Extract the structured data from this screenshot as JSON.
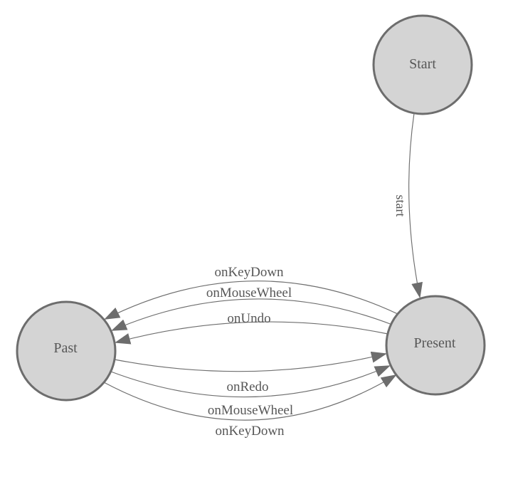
{
  "diagram": {
    "nodes": [
      {
        "id": "start",
        "label": "Start"
      },
      {
        "id": "present",
        "label": "Present"
      },
      {
        "id": "past",
        "label": "Past"
      }
    ],
    "edges": [
      {
        "from": "Start",
        "to": "Present",
        "label": "start"
      },
      {
        "from": "Present",
        "to": "Past",
        "label": "onKeyDown"
      },
      {
        "from": "Present",
        "to": "Past",
        "label": "onMouseWheel"
      },
      {
        "from": "Present",
        "to": "Past",
        "label": "onUndo"
      },
      {
        "from": "Past",
        "to": "Present",
        "label": "onRedo"
      },
      {
        "from": "Past",
        "to": "Present",
        "label": "onMouseWheel"
      },
      {
        "from": "Past",
        "to": "Present",
        "label": "onKeyDown"
      }
    ],
    "colors": {
      "node_fill": "#d4d4d4",
      "node_stroke": "#6d6d6d",
      "edge_stroke": "#6e6e6e",
      "arrow_fill": "#6d6d6d",
      "text": "#575757",
      "background": "#ffffff"
    }
  }
}
